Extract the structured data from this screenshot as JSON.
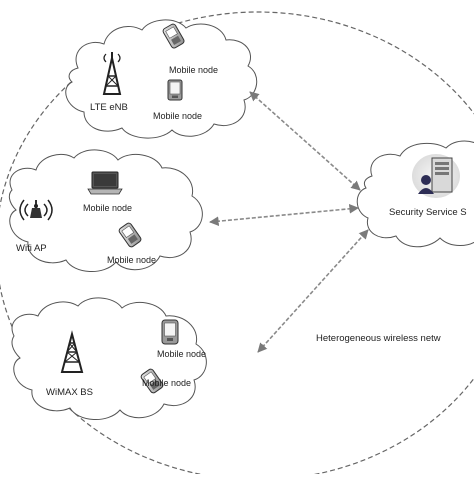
{
  "diagram": {
    "clusters": {
      "lte": {
        "station_label": "LTE eNB",
        "station_icon": "cell-tower-icon",
        "nodes": [
          {
            "label": "Mobile node",
            "icon": "mobile-phone-icon"
          },
          {
            "label": "Mobile node",
            "icon": "pda-icon"
          }
        ]
      },
      "wifi": {
        "station_label": "Wifi AP",
        "station_icon": "wifi-access-point-icon",
        "nodes": [
          {
            "label": "Mobile node",
            "icon": "laptop-icon"
          },
          {
            "label": "Mobile node",
            "icon": "mobile-phone-icon"
          }
        ]
      },
      "wimax": {
        "station_label": "WiMAX BS",
        "station_icon": "radio-tower-icon",
        "nodes": [
          {
            "label": "Mobile node",
            "icon": "pda-icon"
          },
          {
            "label": "Mobile node",
            "icon": "mobile-phone-icon"
          }
        ]
      }
    },
    "server": {
      "label": "Security Service S",
      "icon": "server-with-user-icon"
    },
    "network_label": "Heterogeneous wireless netw",
    "colors": {
      "outline": "#666666",
      "arrow": "#8a8a8a",
      "text": "#222222"
    }
  }
}
